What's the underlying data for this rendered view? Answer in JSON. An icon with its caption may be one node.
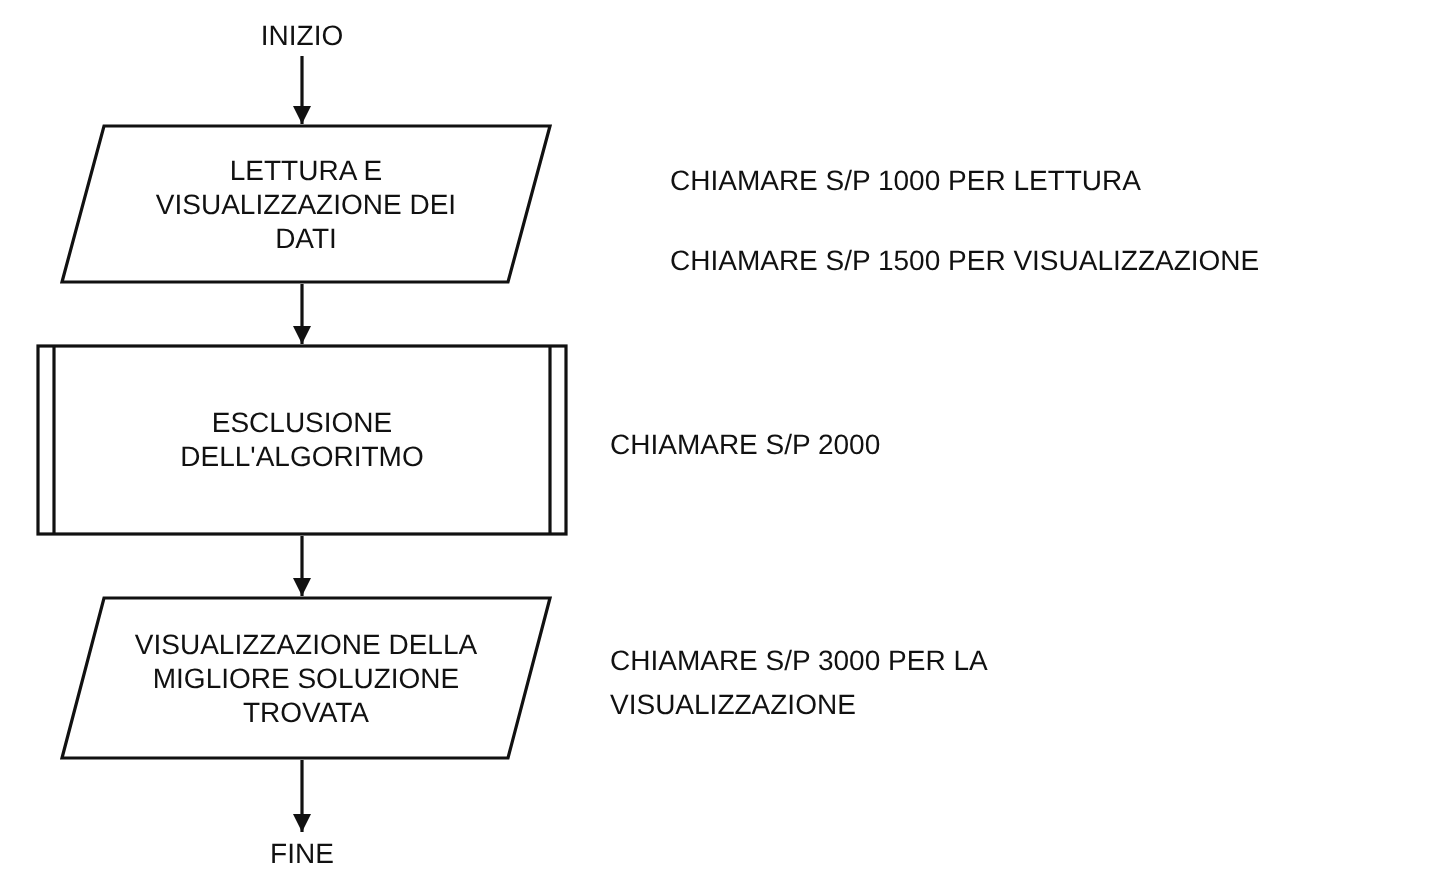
{
  "diagram": {
    "nodes": [
      {
        "text": [
          "INIZIO"
        ]
      },
      {
        "text": [
          "LETTURA E VISUALIZZAZIONE DEI DATI"
        ],
        "beside": [
          "CHIAMARE S/P 1000 PER LETTURA",
          "CHIAMARE S/P 1500 PER VISUALIZZAZIONE"
        ]
      },
      {
        "text": [
          "ESCLUSIONE DELL'ALGORITMO"
        ],
        "beside": [
          "CHIAMARE S/P 2000"
        ]
      },
      {
        "text": [
          "VISUALIZZAZIONE DELLA MIGLIORE SOLUZIONE TROVATA"
        ],
        "beside": [
          "CHIAMARE S/P 3000 PER LA VISUALIZZAZIONE"
        ]
      },
      {
        "text": [
          "FINE"
        ]
      }
    ],
    "edges": [
      {
        "from": 0,
        "to": 1,
        "arrow": "to"
      },
      {
        "from": 1,
        "to": 2,
        "arrow": "to"
      },
      {
        "from": 2,
        "to": 3,
        "arrow": "to"
      },
      {
        "from": 3,
        "to": 4,
        "arrow": "to"
      }
    ]
  }
}
